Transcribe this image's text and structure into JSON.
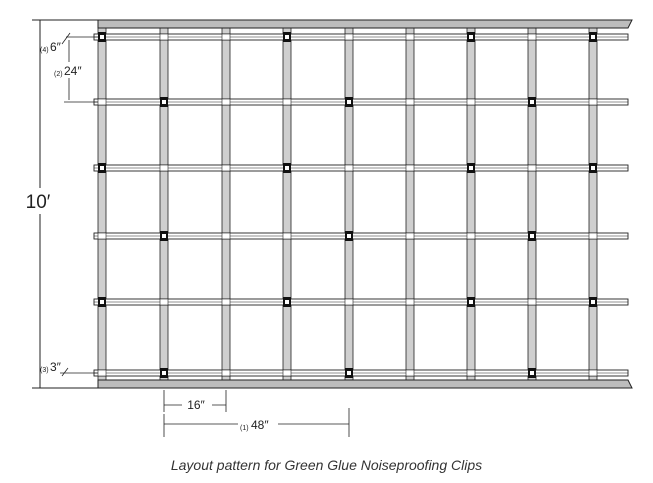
{
  "dimensions": {
    "height_total": "10′",
    "top_offset": {
      "index": "(4)",
      "value": "6″"
    },
    "channel_spacing": {
      "index": "(2)",
      "value": "24″"
    },
    "bottom_offset": {
      "index": "(3)",
      "value": "3″"
    },
    "stud_spacing": "16″",
    "clip_spacing": {
      "index": "(1)",
      "value": "48″"
    }
  },
  "caption": "Layout pattern for Green Glue Noiseproofing Clips",
  "colors": {
    "stud": "#cfcfcf",
    "channel": "#ffffff",
    "clip": "#111111",
    "line": "#222222"
  }
}
